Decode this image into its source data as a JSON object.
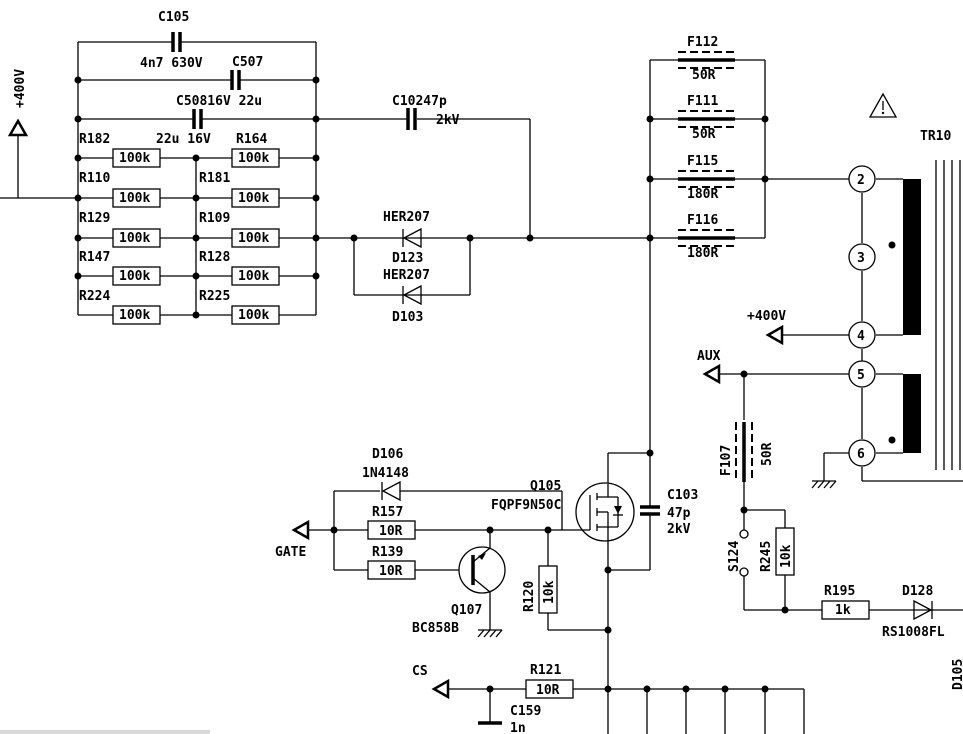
{
  "labels": {
    "c105": "C105",
    "c105_val": "4n7  630V",
    "c507": "C507",
    "c508_line": "C50816V  22u",
    "c508_val2": "22u  16V",
    "c102_line": "C10247p",
    "c102_val": "2kV",
    "r182": "R182",
    "r164": "R164",
    "r110": "R110",
    "r181": "R181",
    "r129": "R129",
    "r109": "R109",
    "r147": "R147",
    "r128": "R128",
    "r224": "R224",
    "r225": "R225",
    "res_100k": "100k",
    "her207_a": "HER207",
    "d123": "D123",
    "her207_b": "HER207",
    "d103": "D103",
    "f112": "F112",
    "f112_val": "50R",
    "f111": "F111",
    "f111_val": "50R",
    "f115": "F115",
    "f115_val": "180R",
    "f116": "F116",
    "f116_val": "180R",
    "tr": "TR10",
    "plus400_left": "+400V",
    "plus400_right": "+400V",
    "aux": "AUX",
    "pin2": "2",
    "pin3": "3",
    "pin4": "4",
    "pin5": "5",
    "pin6": "6",
    "f107": "F107",
    "f107_val": "50R",
    "s124": "S124",
    "r245": "R245",
    "r245_val": "10k",
    "r195": "R195",
    "r195_val": "1k",
    "d128": "D128",
    "d128_part": "RS1008FL",
    "d105": "D105",
    "d106": "D106",
    "d106_part": "1N4148",
    "q105": "Q105",
    "q105_part": "FQPF9N50C",
    "c103": "C103",
    "c103_val1": "47p",
    "c103_val2": "2kV",
    "r157": "R157",
    "r157_val": "10R",
    "r139": "R139",
    "r139_val": "10R",
    "gate": "GATE",
    "r120": "R120",
    "r120_val": "10k",
    "q107": "Q107",
    "q107_part": "BC858B",
    "cs": "CS",
    "r121": "R121",
    "r121_val": "10R",
    "c159": "C159",
    "c159_val": "1n"
  }
}
